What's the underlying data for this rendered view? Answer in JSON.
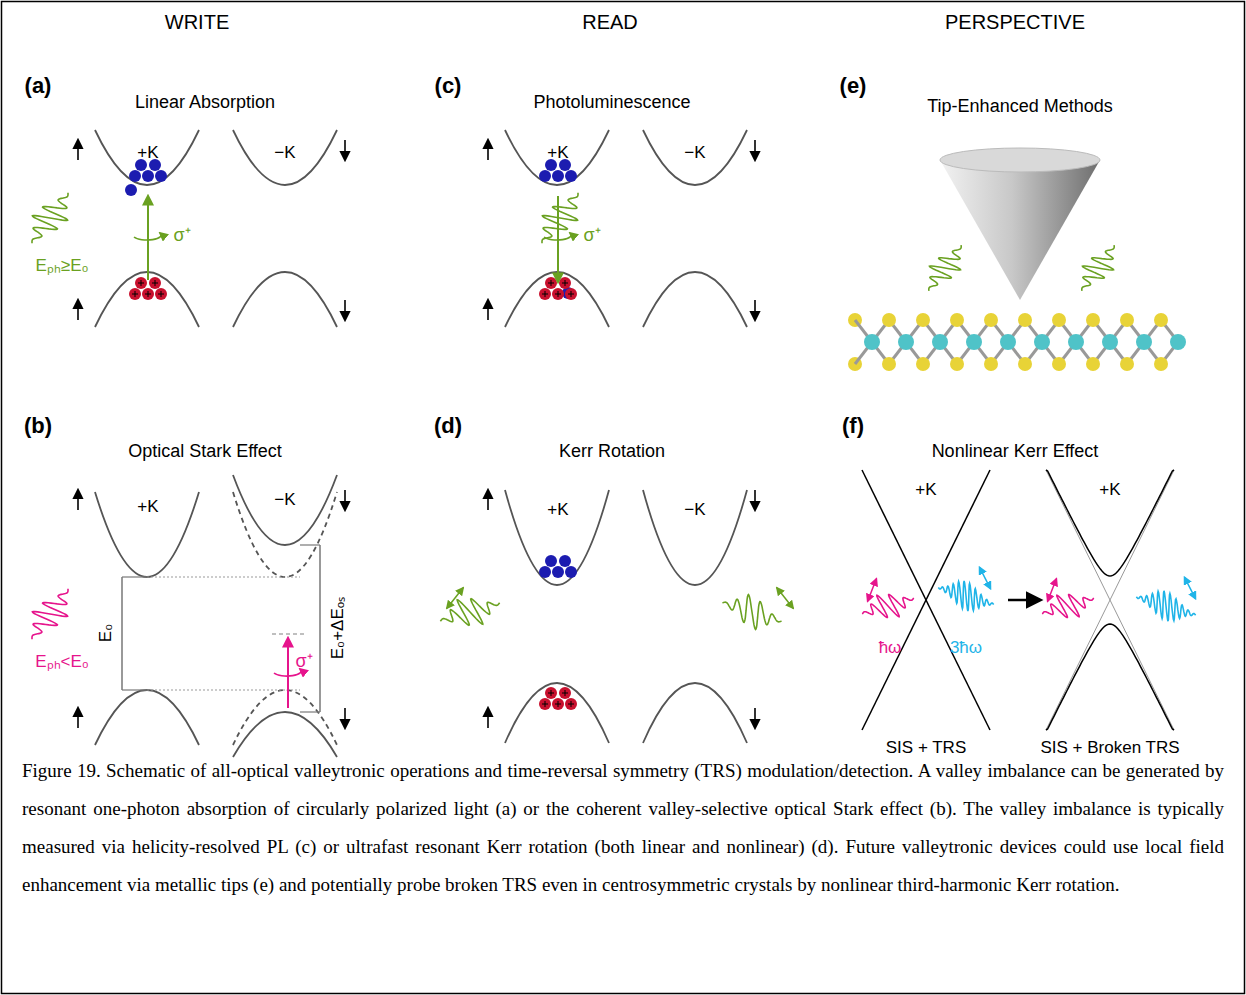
{
  "diagram": {
    "caption": "Figure 19. Schematic of all-optical valleytronic operations and time-reversal symmetry (TRS) modulation/detection. A valley imbalance can be generated by resonant one-photon absorption of circularly polarized light (a) or the coherent valley-selective optical Stark effect (b). The valley imbalance is typically measured via helicity-resolved PL (c) or ultrafast resonant Kerr rotation (both linear and nonlinear) (d). Future valleytronic devices could use local field enhancement via metallic tips (e) and potentially probe broken TRS even in centrosymmetric crystals by nonlinear third-harmonic Kerr rotation.",
    "labels": [
      "WRITE",
      "READ",
      "PERSPECTIVE",
      "(a)",
      "Linear Absorption",
      "+K",
      "−K",
      "σ⁺",
      "Eₚₕ≥E₀",
      "(c)",
      "Photoluminescence",
      "+K",
      "−K",
      "σ⁺",
      "(e)",
      "Tip-Enhanced Methods",
      "(b)",
      "Optical Stark Effect",
      "+K",
      "−K",
      "E₀",
      "σ⁺",
      "E₀+ΔEₒₛ",
      "Eₚₕ<E₀",
      "(d)",
      "Kerr Rotation",
      "+K",
      "−K",
      "(f)",
      "Nonlinear Kerr Effect",
      "+K",
      "+K",
      "ħω",
      "3ħω",
      "SIS + TRS",
      "SIS + Broken TRS"
    ]
  }
}
